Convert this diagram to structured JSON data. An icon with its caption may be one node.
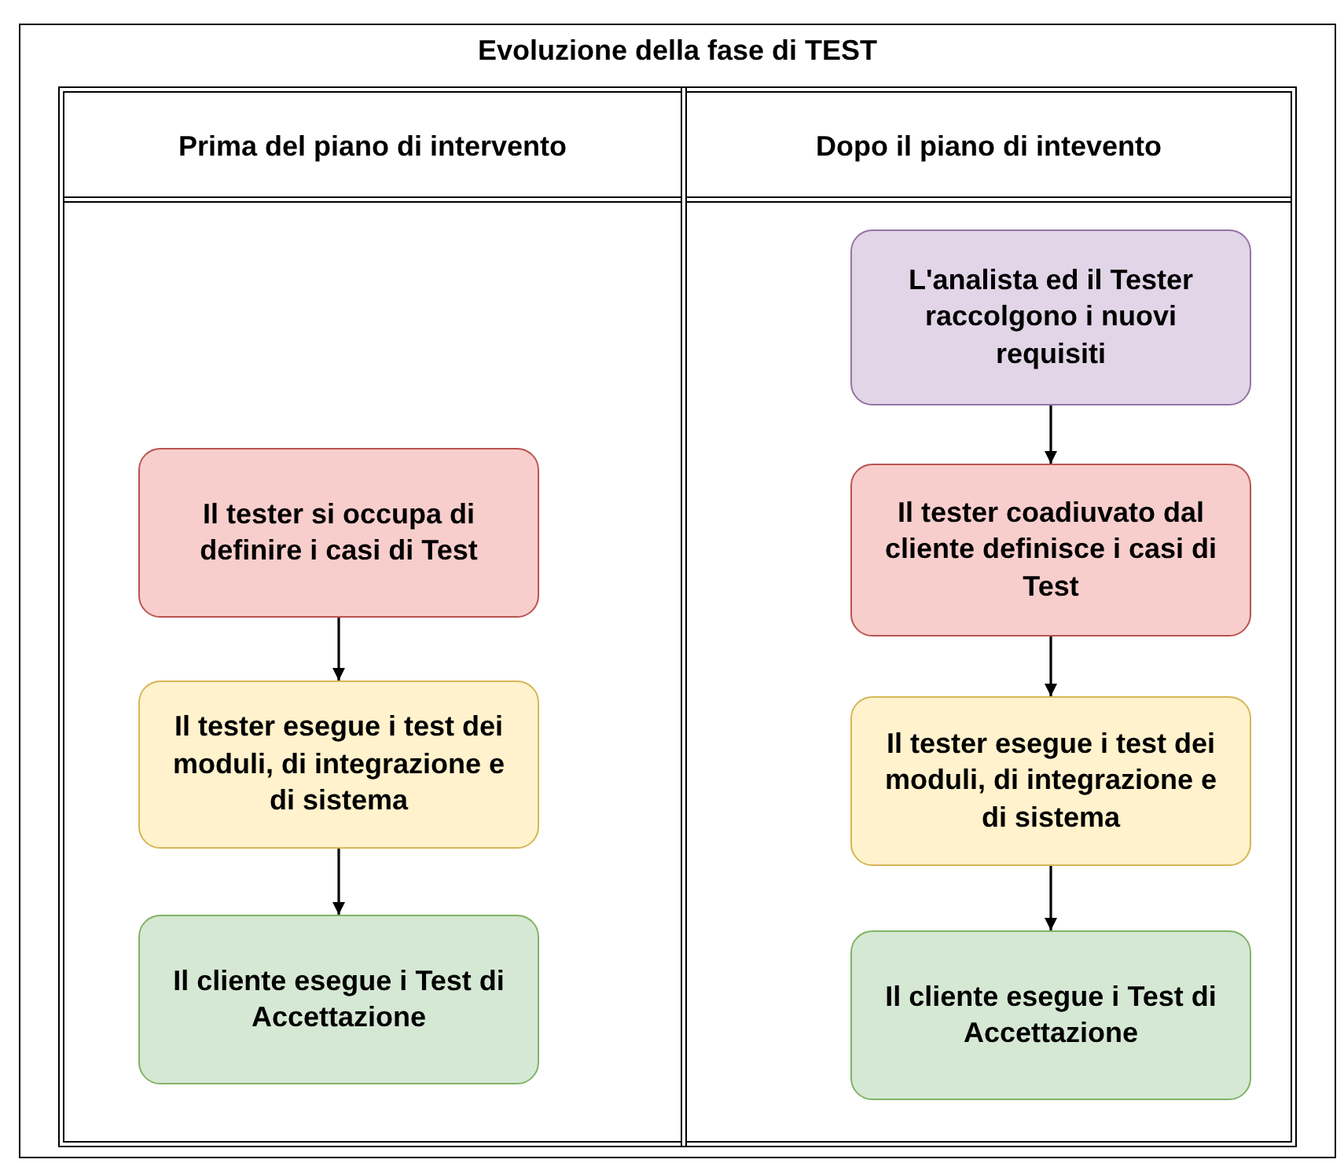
{
  "diagram": {
    "nodes": [
      {
        "text": [
          "Evoluzione della fase di TEST"
        ]
      },
      {
        "text": [
          "Prima del piano di intervento"
        ],
        "in": 0
      },
      {
        "text": [
          "Dopo il piano di intevento"
        ],
        "in": 0
      },
      {
        "text": [
          "Il tester si occupa di definire i casi di Test"
        ],
        "in": 1
      },
      {
        "text": [
          "Il tester esegue i test dei moduli, di integrazione e di sistema"
        ],
        "in": 1
      },
      {
        "text": [
          "Il cliente esegue i Test di Accettazione"
        ],
        "in": 1
      },
      {
        "text": [
          "L'analista ed il Tester raccolgono i nuovi requisiti"
        ],
        "in": 2
      },
      {
        "text": [
          "Il tester coadiuvato dal cliente definisce i casi di Test"
        ],
        "in": 2
      },
      {
        "text": [
          "Il tester esegue i test dei moduli, di integrazione e di sistema"
        ],
        "in": 2
      },
      {
        "text": [
          "Il cliente esegue i Test di Accettazione"
        ],
        "in": 2
      }
    ],
    "edges": [
      {
        "from": 3,
        "to": 4,
        "arrow": "to"
      },
      {
        "from": 4,
        "to": 5,
        "arrow": "to"
      },
      {
        "from": 6,
        "to": 7,
        "arrow": "to"
      },
      {
        "from": 7,
        "to": 8,
        "arrow": "to"
      },
      {
        "from": 8,
        "to": 9,
        "arrow": "to"
      }
    ]
  }
}
